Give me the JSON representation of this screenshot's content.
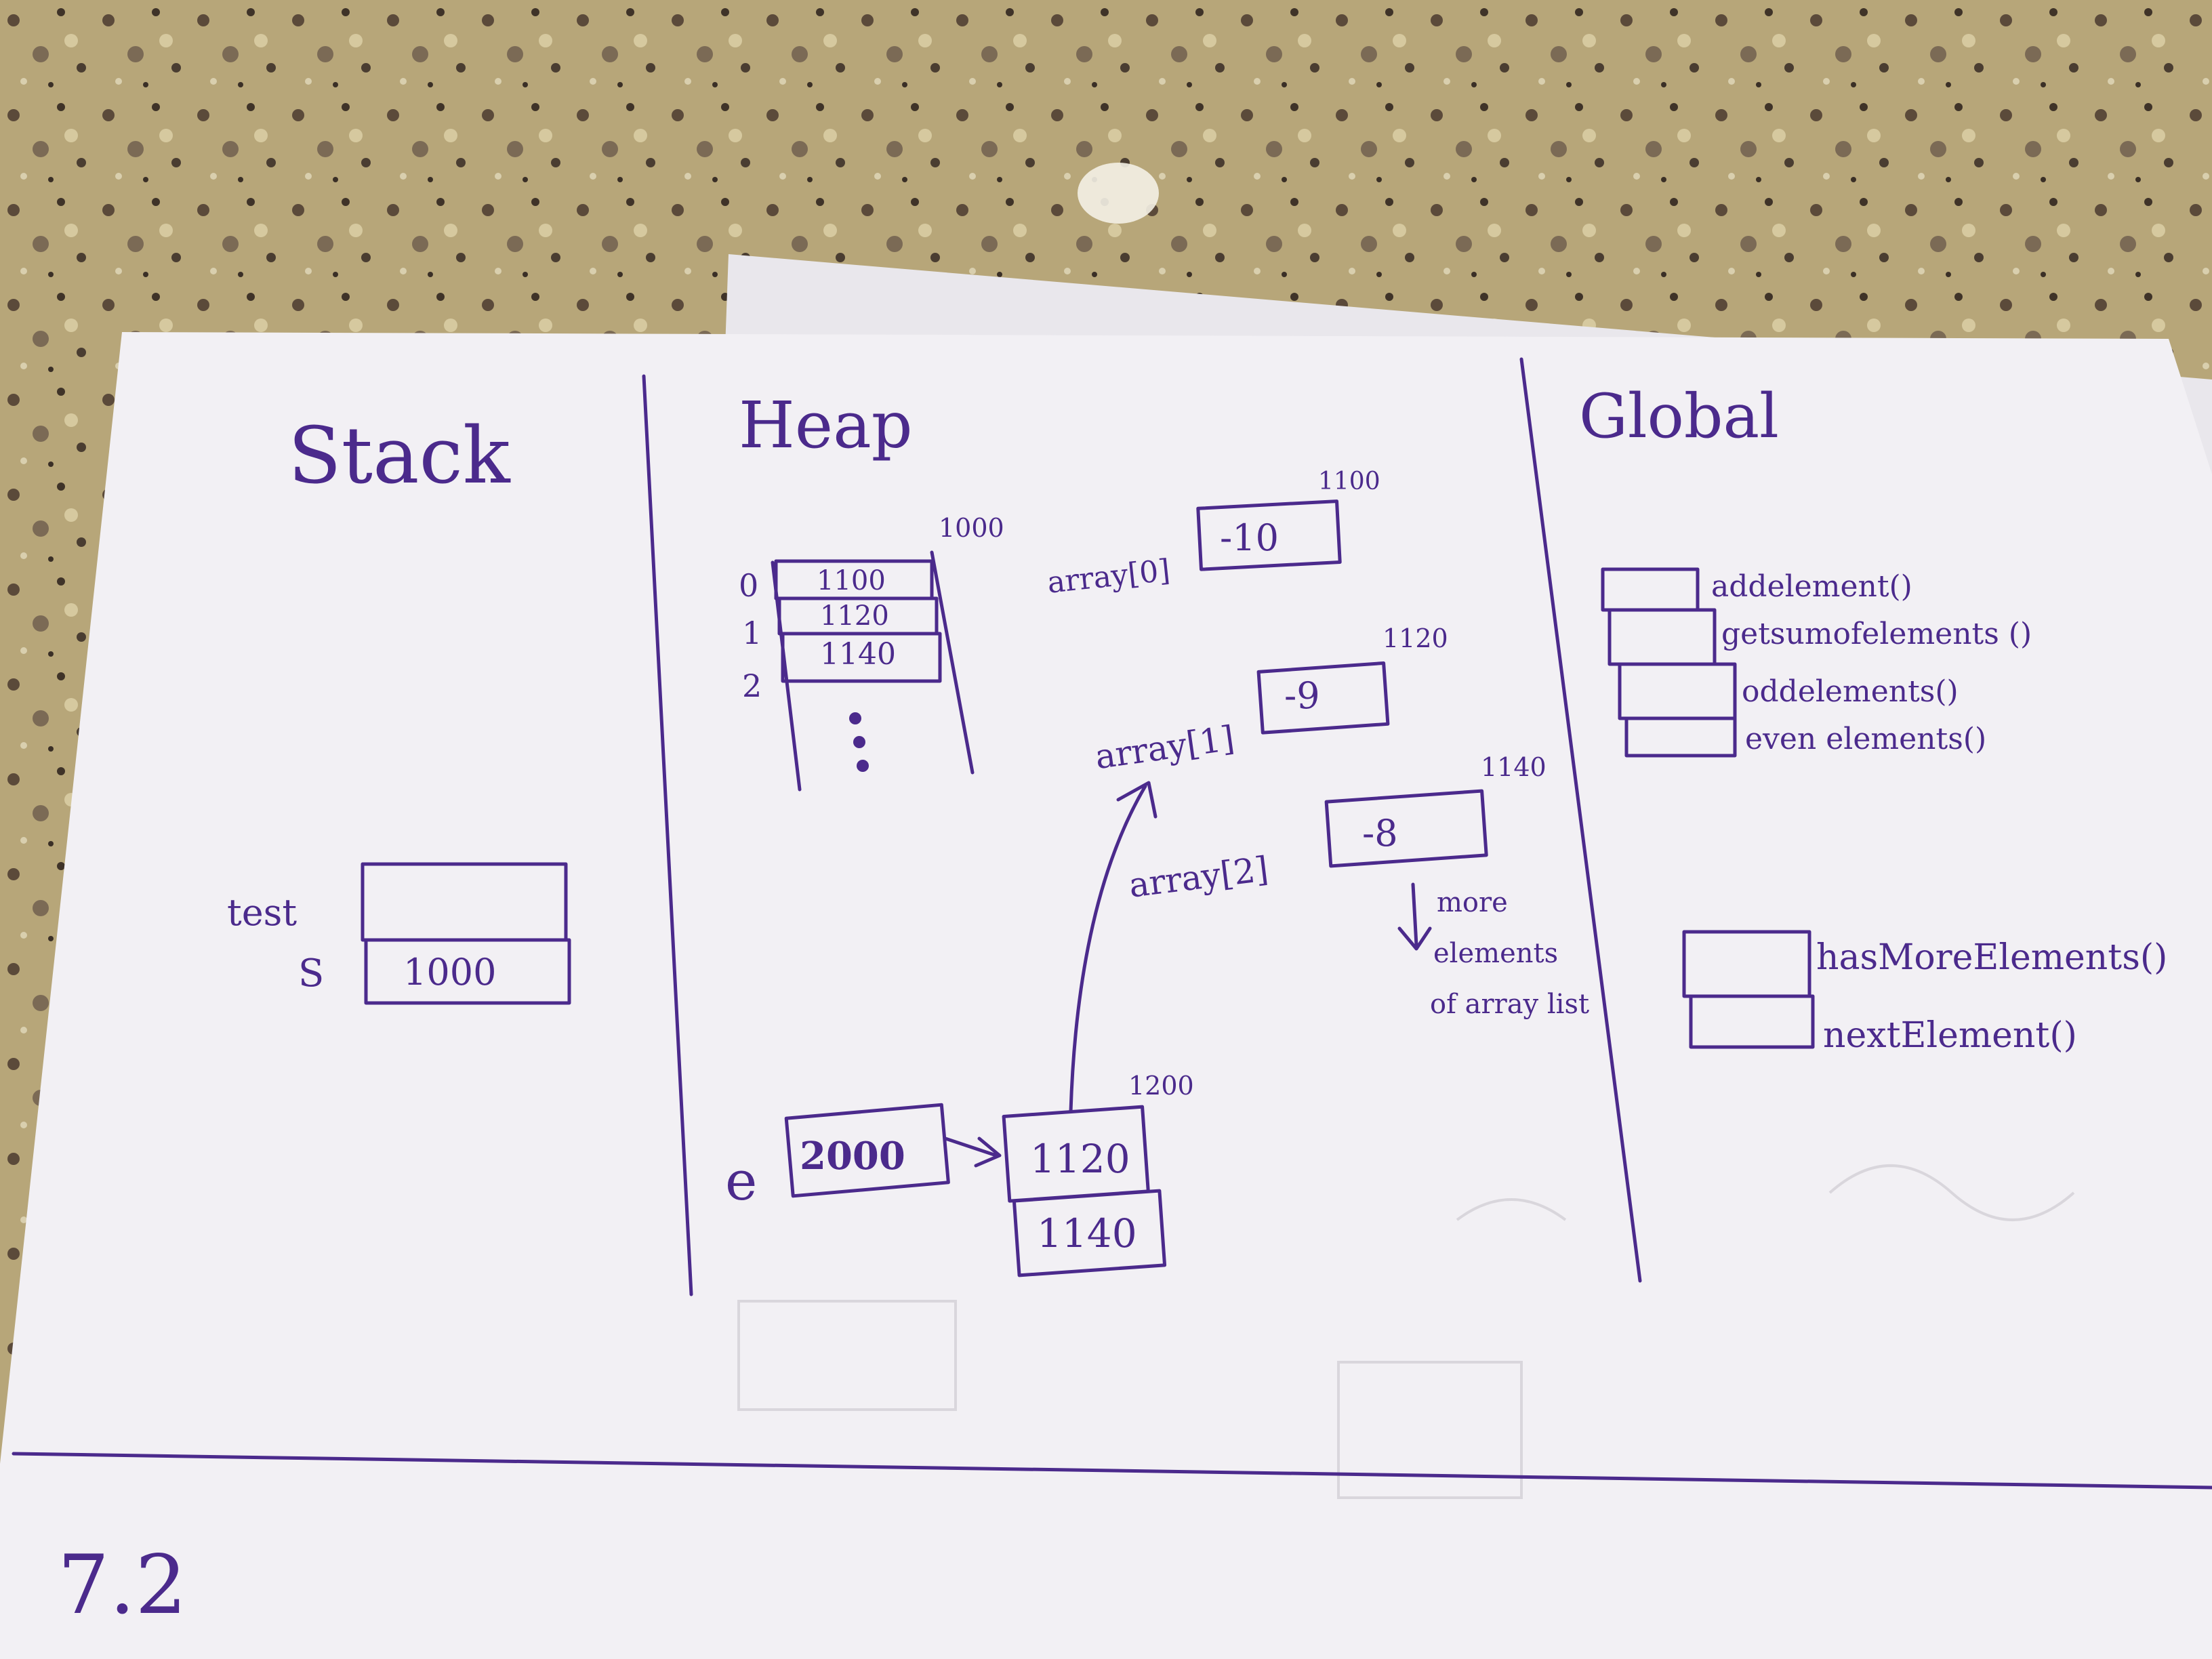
{
  "colors": {
    "ink": "#4b2a8c",
    "paper": "#f2f0f4",
    "counter_top": "#b9a77a"
  },
  "headings": {
    "stack": "Stack",
    "heap": "Heap",
    "global": "Global"
  },
  "stack": {
    "var_test": "test",
    "var_s": "S",
    "s_value": "1000"
  },
  "heap": {
    "array_address": "1000",
    "index_labels": [
      "0",
      "1",
      "2"
    ],
    "cells": [
      "1100",
      "1120",
      "1140"
    ],
    "elements": [
      {
        "label": "array[0]",
        "value": "-10",
        "address": "1100"
      },
      {
        "label": "array[1]",
        "value": "-9",
        "address": "1120"
      },
      {
        "label": "array[2]",
        "value": "-8",
        "address": "1140"
      }
    ],
    "note": [
      "more",
      "elements",
      "of array list"
    ],
    "e_label": "e",
    "e_value": "2000",
    "iterator_address": "1200",
    "iterator_cells": [
      "1120",
      "1140"
    ]
  },
  "global": {
    "methods_top": [
      "addelement()",
      "getsumofelements ()",
      "oddelements()",
      "even elements()"
    ],
    "methods_bottom": [
      "hasMoreElements()",
      "nextElement()"
    ]
  },
  "footer_label": "7.2"
}
